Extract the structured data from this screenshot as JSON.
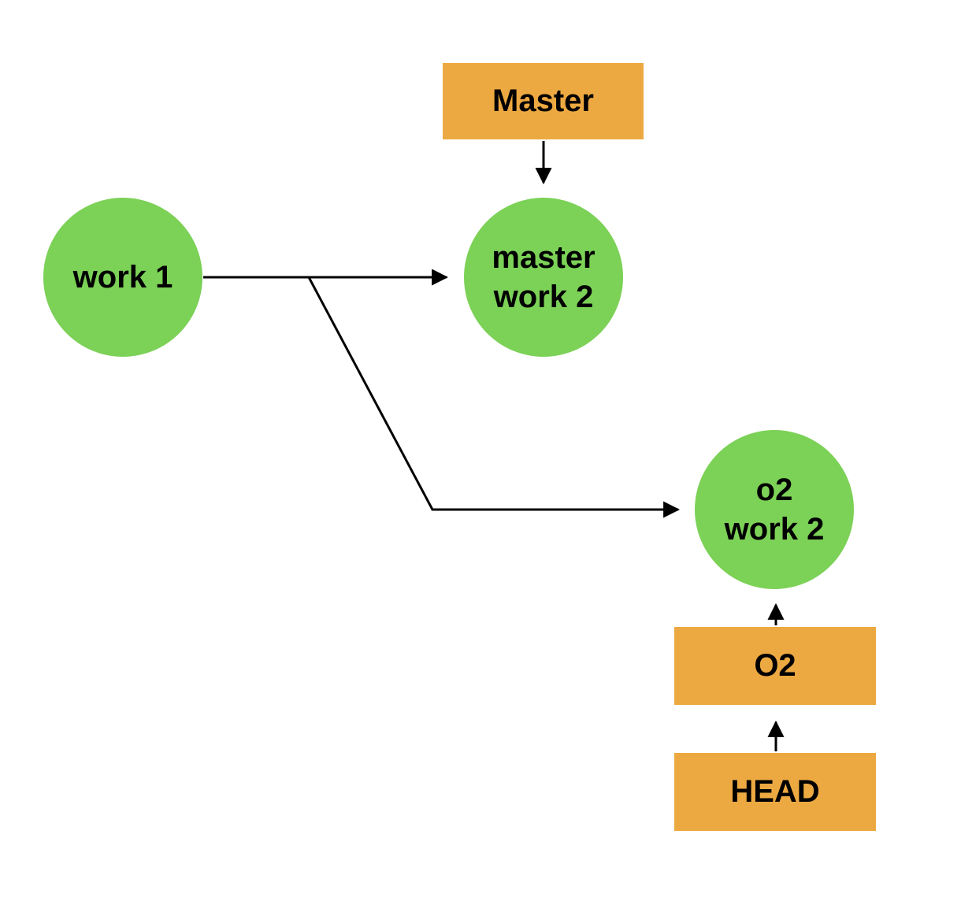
{
  "diagram": {
    "colors": {
      "node_green": "#7CD157",
      "label_orange": "#EDA941",
      "line": "#000000",
      "background": "#FFFFFF"
    },
    "nodes": {
      "work1": {
        "label": "work 1"
      },
      "master_work2": {
        "line1": "master",
        "line2": "work 2"
      },
      "o2_work2": {
        "line1": "o2",
        "line2": "work 2"
      }
    },
    "labels": {
      "master": "Master",
      "o2": "O2",
      "head": "HEAD"
    },
    "edges": [
      {
        "from": "work 1",
        "to": "master work 2",
        "type": "commit-arrow"
      },
      {
        "from": "work 1",
        "to": "o2 work 2",
        "type": "branch-arrow"
      },
      {
        "from": "Master",
        "to": "master work 2",
        "type": "pointer-arrow"
      },
      {
        "from": "O2",
        "to": "o2 work 2",
        "type": "pointer-arrow"
      },
      {
        "from": "HEAD",
        "to": "O2",
        "type": "pointer-arrow"
      }
    ]
  }
}
